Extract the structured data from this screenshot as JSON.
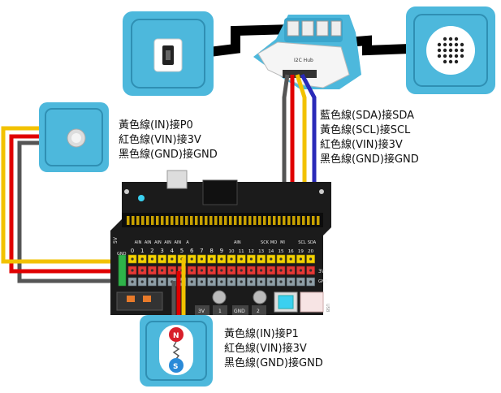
{
  "i2c_hub": {
    "label": "I2C Hub"
  },
  "board": {
    "left_labels": [
      "5V",
      "GND"
    ],
    "pin_labels": [
      "0",
      "1",
      "2",
      "3",
      "4",
      "5",
      "6",
      "7",
      "8",
      "9",
      "10",
      "11",
      "12",
      "13",
      "14",
      "15",
      "16",
      "19",
      "20"
    ],
    "ain_labels": [
      "AIN",
      "AIN",
      "AIN",
      "AIN",
      "AIN",
      "A"
    ],
    "ain_right": "AIN",
    "spi_labels": [
      "SCK",
      "MO",
      "MI"
    ],
    "i2c_labels": [
      "SCL",
      "SDA"
    ],
    "right_labels": [
      "3V",
      "GND"
    ],
    "bottom_pads": [
      "3V",
      "1",
      "GND",
      "2"
    ],
    "usb_label": "USB"
  },
  "sensor_p0_notes": [
    "黃色線(IN)接P0",
    "紅色線(VIN)接3V",
    "黑色線(GND)接GND"
  ],
  "i2c_notes": [
    "藍色線(SDA)接SDA",
    "黃色線(SCL)接SCL",
    "紅色線(VIN)接3V",
    "黑色線(GND)接GND"
  ],
  "sensor_p1_notes": [
    "黃色線(IN)接P1",
    "紅色線(VIN)接3V",
    "黑色線(GND)接GND"
  ],
  "magnet_labels": {
    "north": "N",
    "south": "S"
  },
  "colors": {
    "module_blue": "#4db8dc",
    "board_black": "#1b1b1b",
    "wire_yellow": "#f2c200",
    "wire_red": "#e00000",
    "wire_black": "#555555",
    "wire_blue": "#2a2ab8"
  }
}
